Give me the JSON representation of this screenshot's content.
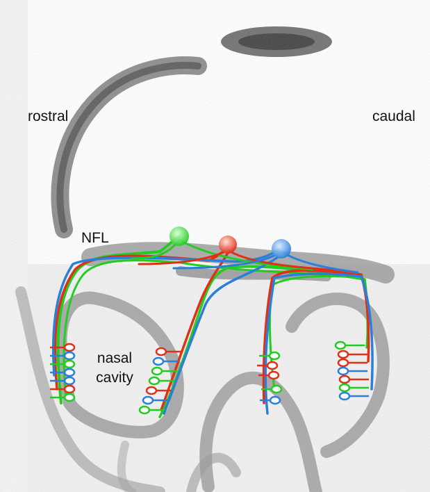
{
  "labels": {
    "rostral": "rostral",
    "caudal": "caudal",
    "nfl": "NFL",
    "nasal_line1": "nasal",
    "nasal_line2": "cavity"
  },
  "colors": {
    "green": "#22cc22",
    "red": "#e03018",
    "blue": "#2b7fd9",
    "tissue": "#8a8a8a",
    "background": "#ffffff"
  }
}
